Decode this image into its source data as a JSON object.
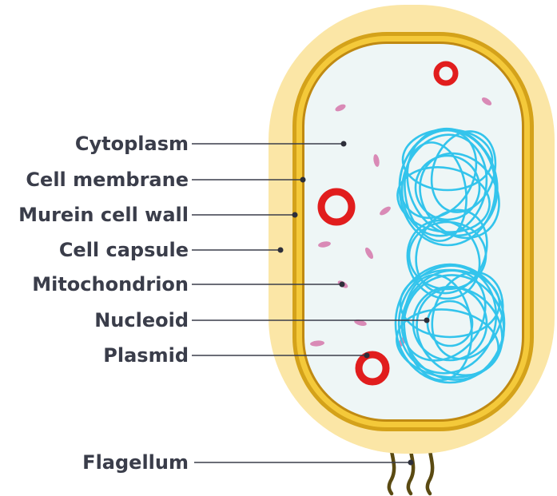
{
  "labels": {
    "cytoplasm": "Cytoplasm",
    "cell_membrane": "Cell membrane",
    "murein_cell_wall": "Murein cell wall",
    "cell_capsule": "Cell capsule",
    "mitochondrion": "Mitochondrion",
    "nucleoid": "Nucleoid",
    "plasmid": "Plasmid",
    "flagellum": "Flagellum"
  },
  "colors": {
    "capsule": "#fbe6a6",
    "cell_wall": "#d4a21a",
    "cell_wall_inner": "#f4c93a",
    "cytoplasm": "#eef6f6",
    "nucleoid": "#33c4ec",
    "plasmid": "#e11d1d",
    "mitochondrion": "#d98ab6",
    "flagellum": "#5a4a12",
    "label_text": "#3a3d4a"
  }
}
